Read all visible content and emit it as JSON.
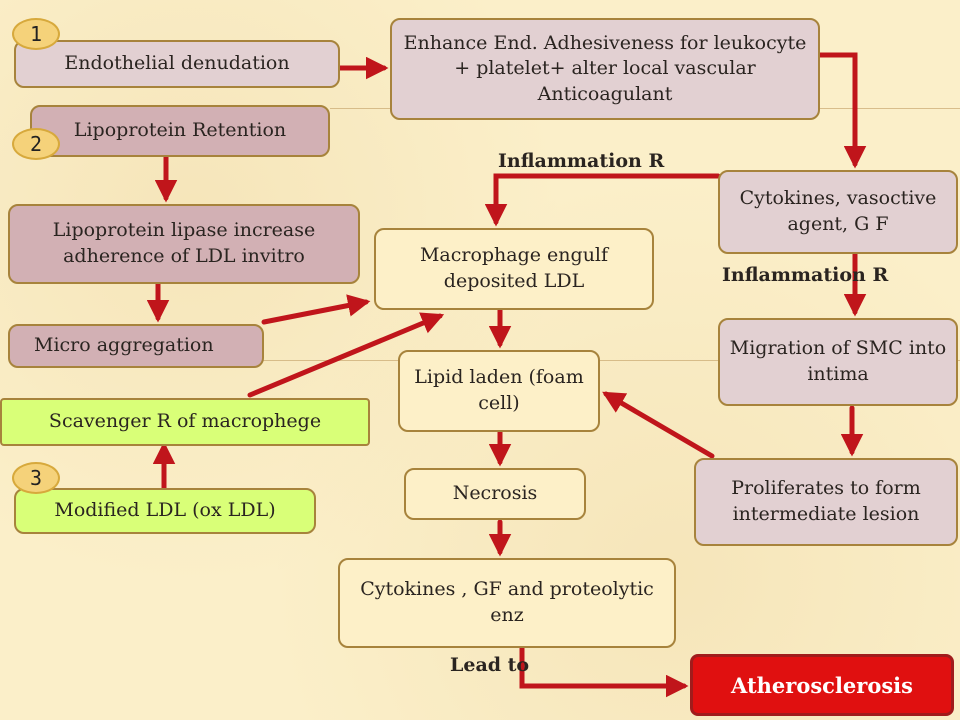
{
  "numbers": {
    "n1": "1",
    "n2": "2",
    "n3": "3"
  },
  "boxes": {
    "endothelial": "Endothelial denudation",
    "enhance": "Enhance End. Adhesiveness for leukocyte + platelet+ alter local vascular Anticoagulant",
    "lipoprotein_retention": "Lipoprotein Retention",
    "lipase": "Lipoprotein lipase increase adherence of LDL invitro",
    "micro": "Micro aggregation",
    "scavenger": "Scavenger R of macrophege",
    "modified_ldl": "Modified LDL (ox LDL)",
    "macrophage": "Macrophage engulf deposited LDL",
    "lipid_laden": "Lipid laden (foam cell)",
    "necrosis": "Necrosis",
    "cytokines_gf": "Cytokines , GF and proteolytic enz",
    "cytokines_vaso": "Cytokines, vasoctive agent, G F",
    "migration": "Migration of SMC into intima",
    "proliferates": "Proliferates to form intermediate lesion",
    "atherosclerosis": "Atherosclerosis"
  },
  "labels": {
    "inflammation_top": "Inflammation R",
    "inflammation_right": "Inflammation R",
    "lead_to": "Lead to"
  },
  "colors": {
    "arrow": "#c0151b",
    "box_border": "#a7833c"
  }
}
